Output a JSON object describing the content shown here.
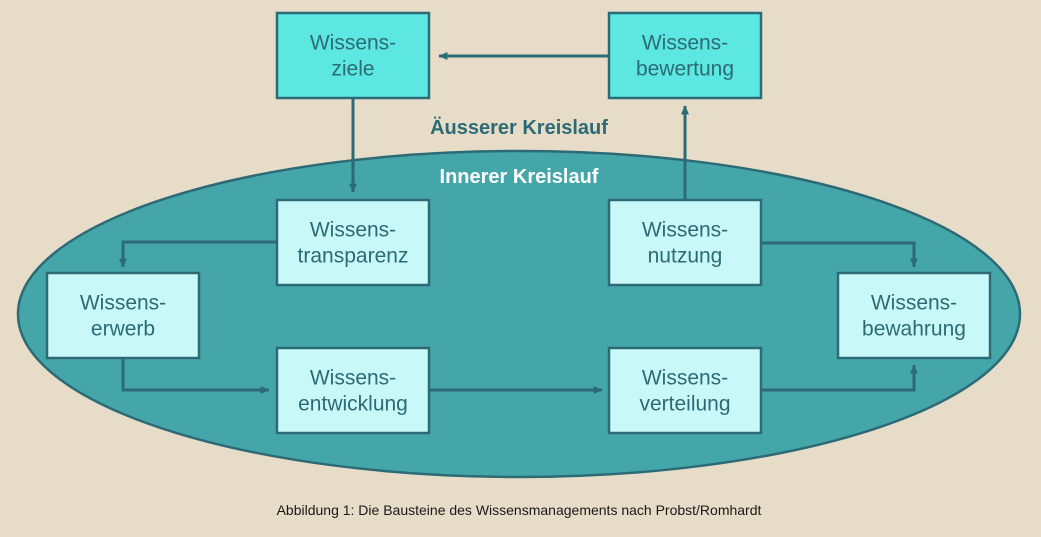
{
  "figure": {
    "background_color": "#e7dcc8",
    "caption": "Abbildung 1: Die Bausteine des Wissensmanagements nach Probst/Romhardt"
  },
  "colors": {
    "outer_box_fill": "#5ce8e0",
    "inner_box_fill": "#c9f8f8",
    "ellipse_fill": "#45a6aa",
    "stroke": "#2c6b76",
    "outer_label_color": "#2c6b76",
    "inner_label_color": "#ffffff",
    "caption_color": "#1a1a1a"
  },
  "cycles": {
    "outer": {
      "label": "Äusserer Kreislauf"
    },
    "inner": {
      "label": "Innerer Kreislauf"
    }
  },
  "nodes": {
    "wissensziele": {
      "line1": "Wissens-",
      "line2": "ziele"
    },
    "wissensbewertung": {
      "line1": "Wissens-",
      "line2": "bewertung"
    },
    "wissenstransparenz": {
      "line1": "Wissens-",
      "line2": "transparenz"
    },
    "wissensnutzung": {
      "line1": "Wissens-",
      "line2": "nutzung"
    },
    "wissenserwerb": {
      "line1": "Wissens-",
      "line2": "erwerb"
    },
    "wissensbewahrung": {
      "line1": "Wissens-",
      "line2": "bewahrung"
    },
    "wissensentwicklung": {
      "line1": "Wissens-",
      "line2": "entwicklung"
    },
    "wissensverteilung": {
      "line1": "Wissens-",
      "line2": "verteilung"
    }
  }
}
